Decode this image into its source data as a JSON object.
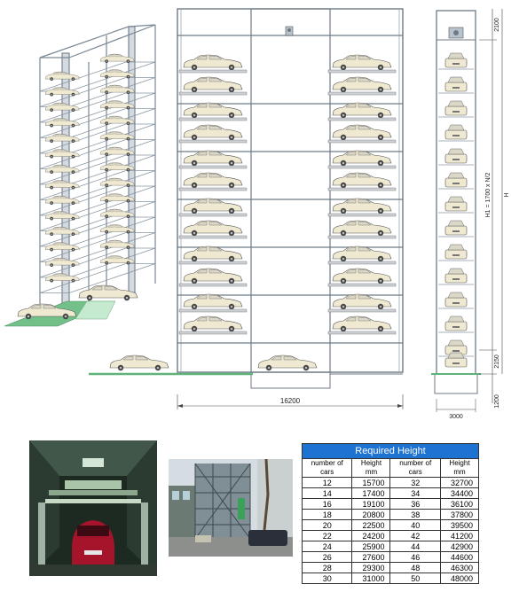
{
  "diagram": {
    "front_width_dim": "16200",
    "side_width_dim": "3000",
    "top_dim": "2100",
    "bottom_dim": "2150",
    "pit_dim": "1200",
    "h1_label": "H1 = 1700 x N/2",
    "h_label": "H"
  },
  "table": {
    "title": "Required Height",
    "col_cars": "number of cars",
    "col_height": "Height mm",
    "rows_left": [
      [
        "12",
        "15700"
      ],
      [
        "14",
        "17400"
      ],
      [
        "16",
        "19100"
      ],
      [
        "18",
        "20800"
      ],
      [
        "20",
        "22500"
      ],
      [
        "22",
        "24200"
      ],
      [
        "24",
        "25900"
      ],
      [
        "26",
        "27600"
      ],
      [
        "28",
        "29300"
      ],
      [
        "30",
        "31000"
      ]
    ],
    "rows_right": [
      [
        "32",
        "32700"
      ],
      [
        "34",
        "34400"
      ],
      [
        "36",
        "36100"
      ],
      [
        "38",
        "37800"
      ],
      [
        "40",
        "39500"
      ],
      [
        "42",
        "41200"
      ],
      [
        "44",
        "42900"
      ],
      [
        "46",
        "44600"
      ],
      [
        "48",
        "46300"
      ],
      [
        "50",
        "48000"
      ]
    ]
  }
}
